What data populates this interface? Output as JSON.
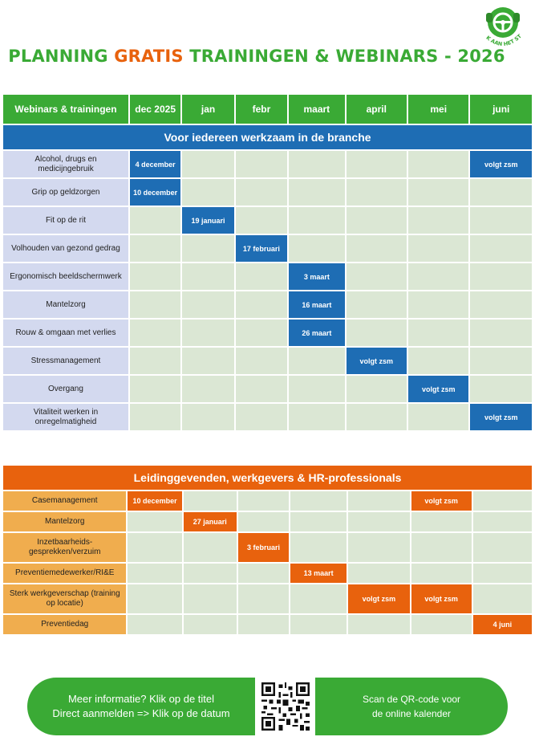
{
  "logo": {
    "text": "STERK AAN HET STUUR",
    "icon": "steering-wheel-icon"
  },
  "title": {
    "part1": "PLANNING ",
    "accent": "GRATIS",
    "part2": " TRAININGEN & WEBINARS - 2026"
  },
  "colors": {
    "green": "#3aaa35",
    "blue": "#1e6db4",
    "orange": "#e8620d",
    "cell": "#dbe7d4",
    "blue_label": "#d3d9ef",
    "orange_label": "#f0ad4e"
  },
  "header": [
    "Webinars & trainingen",
    "dec 2025",
    "jan",
    "febr",
    "maart",
    "april",
    "mei",
    "juni"
  ],
  "section1": {
    "title": "Voor iedereen werkzaam in de branche",
    "rows": [
      {
        "label": "Alcohol, drugs en medicijngebruik",
        "cells": [
          "4 december",
          "",
          "",
          "",
          "",
          "",
          "volgt zsm"
        ]
      },
      {
        "label": "Grip op geldzorgen",
        "cells": [
          "10 december",
          "",
          "",
          "",
          "",
          "",
          ""
        ]
      },
      {
        "label": "Fit op de rit",
        "cells": [
          "",
          "19 januari",
          "",
          "",
          "",
          "",
          ""
        ]
      },
      {
        "label": "Volhouden van gezond gedrag",
        "cells": [
          "",
          "",
          "17 februari",
          "",
          "",
          "",
          ""
        ]
      },
      {
        "label": "Ergonomisch beeldschermwerk",
        "cells": [
          "",
          "",
          "",
          "3 maart",
          "",
          "",
          ""
        ]
      },
      {
        "label": "Mantelzorg",
        "cells": [
          "",
          "",
          "",
          "16 maart",
          "",
          "",
          ""
        ]
      },
      {
        "label": "Rouw & omgaan met verlies",
        "cells": [
          "",
          "",
          "",
          "26 maart",
          "",
          "",
          ""
        ]
      },
      {
        "label": "Stressmanagement",
        "cells": [
          "",
          "",
          "",
          "",
          "volgt zsm",
          "",
          ""
        ]
      },
      {
        "label": "Overgang",
        "cells": [
          "",
          "",
          "",
          "",
          "",
          "volgt zsm",
          ""
        ]
      },
      {
        "label": "Vitaliteit werken in onregelmatigheid",
        "cells": [
          "",
          "",
          "",
          "",
          "",
          "",
          "volgt zsm"
        ]
      }
    ]
  },
  "section2": {
    "title": "Leidinggevenden, werkgevers & HR-professionals",
    "rows": [
      {
        "label": "Casemanagement",
        "cells": [
          "10 december",
          "",
          "",
          "",
          "",
          "volgt zsm",
          ""
        ]
      },
      {
        "label": "Mantelzorg",
        "cells": [
          "",
          "27 januari",
          "",
          "",
          "",
          "",
          ""
        ]
      },
      {
        "label": "Inzetbaarheids-gesprekken/verzuim",
        "cells": [
          "",
          "",
          "3 februari",
          "",
          "",
          "",
          ""
        ]
      },
      {
        "label": "Preventiemedewerker/RI&E",
        "cells": [
          "",
          "",
          "",
          "13 maart",
          "",
          "",
          ""
        ]
      },
      {
        "label": "Sterk werkgeverschap (training op locatie)",
        "cells": [
          "",
          "",
          "",
          "",
          "volgt zsm",
          "volgt zsm",
          ""
        ]
      },
      {
        "label": "Preventiedag",
        "cells": [
          "",
          "",
          "",
          "",
          "",
          "",
          "4 juni"
        ]
      }
    ]
  },
  "footer": {
    "left_line1": "Meer informatie? Klik op de titel",
    "left_line2": "Direct aanmelden => Klik op de datum",
    "right_line1": "Scan de QR-code voor",
    "right_line2": "de online kalender",
    "qr_icon": "qr-code-icon"
  }
}
